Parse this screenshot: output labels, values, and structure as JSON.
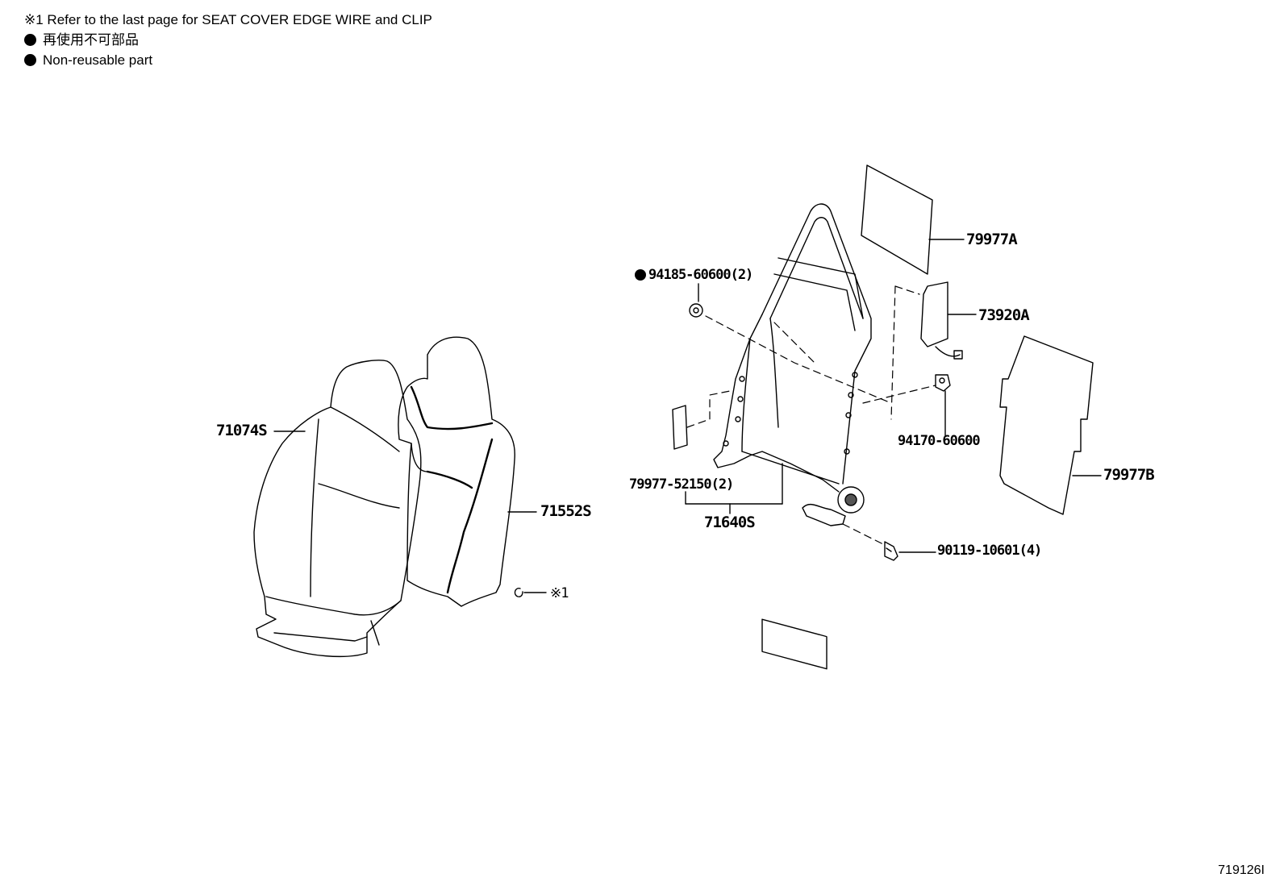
{
  "notes": {
    "refer_note": "※1  Refer to the last page for SEAT COVER EDGE WIRE and CLIP",
    "non_reusable_jp": "再使用不可部品",
    "non_reusable_en": "Non-reusable part"
  },
  "parts": {
    "p71074s": "71074S",
    "p71552s": "71552S",
    "clip_ref": "※1",
    "p94185": "94185-60600(2)",
    "p79977a": "79977A",
    "p73920a": "73920A",
    "p94170": "94170-60600",
    "p79977b": "79977B",
    "p79977_52150": "79977-52150(2)",
    "p71640s": "71640S",
    "p90119": "90119-10601(4)"
  },
  "figure_id": "719126I"
}
